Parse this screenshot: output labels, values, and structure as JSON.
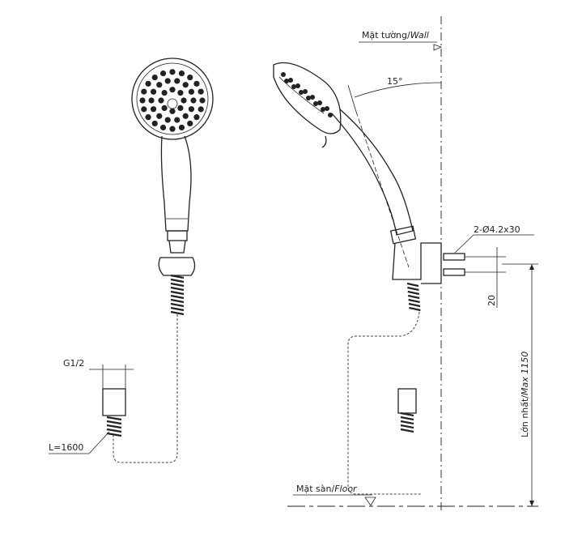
{
  "labels": {
    "wall": "Mặt tường/",
    "wall_en": "Wall",
    "angle": "15°",
    "screws": "2-Ø4.2x30",
    "spacing": "20",
    "max_height": "Lớn nhất/",
    "max_height_en": "Max 1150",
    "thread": "G1/2",
    "hose_length": "L=1600",
    "floor": "Mặt sàn/",
    "floor_en": "Floor"
  }
}
